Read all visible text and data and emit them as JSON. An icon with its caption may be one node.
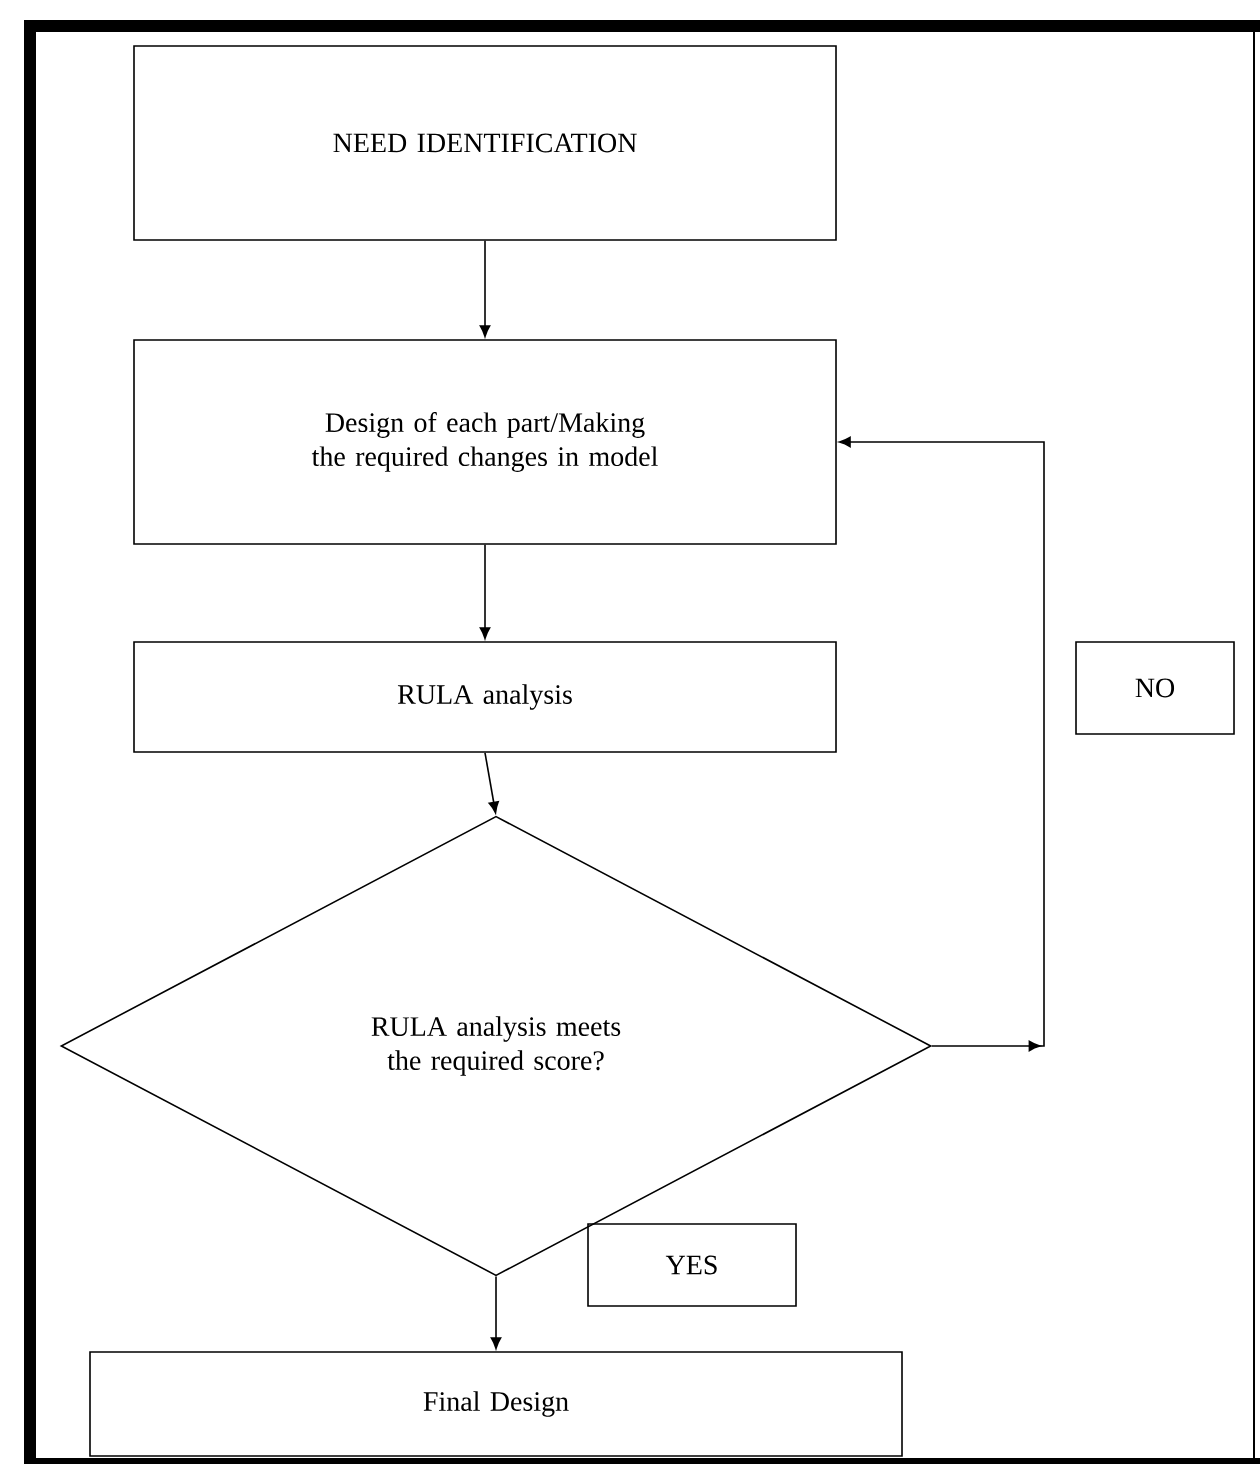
{
  "diagram": {
    "nodes": [
      {
        "text": [
          "NEED IDENTIFICATION"
        ]
      },
      {
        "text": [
          "Design of each part/Making the required changes in model"
        ]
      },
      {
        "text": [
          "RULA analysis"
        ]
      },
      {
        "text": [
          "RULA analysis meets the required score?"
        ]
      },
      {
        "text": [
          "Final Design"
        ]
      },
      {
        "text": [
          "NO"
        ]
      },
      {
        "text": [
          "YES"
        ]
      }
    ],
    "edges": [
      {
        "from": 0,
        "to": 1,
        "arrow": "to"
      },
      {
        "from": 1,
        "to": 2,
        "arrow": "to"
      },
      {
        "from": 2,
        "to": 3,
        "arrow": "to"
      },
      {
        "from": 3,
        "to": 1,
        "arrow": "to"
      },
      {
        "from": 3,
        "to": 4,
        "arrow": "to"
      }
    ]
  }
}
